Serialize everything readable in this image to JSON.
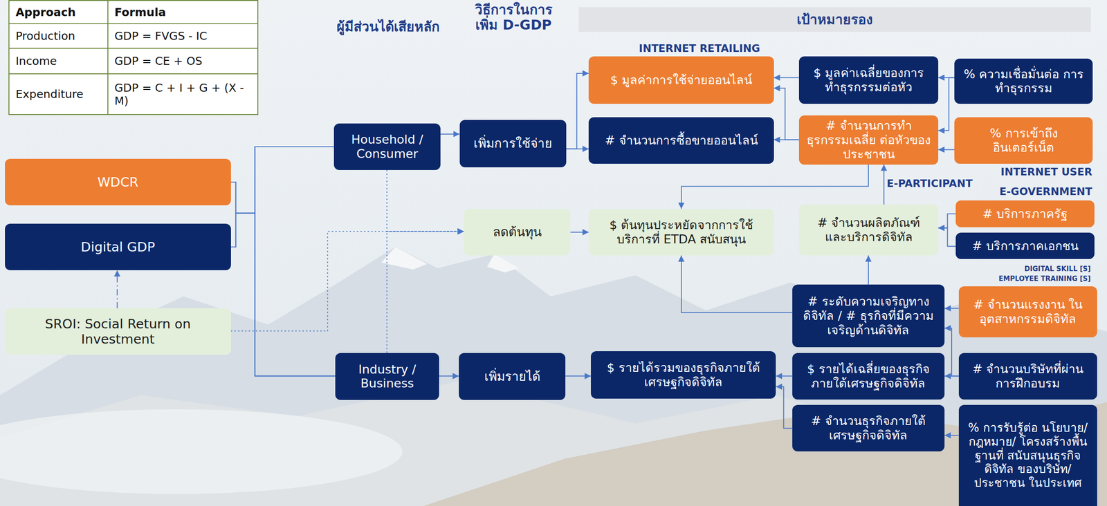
{
  "diagram": {
    "nodes": [
      {
        "text": [
          "เป้าหมายรอง"
        ]
      },
      {
        "text": [
          "WDCR"
        ]
      },
      {
        "text": [
          "Digital GDP"
        ]
      },
      {
        "text": [
          "SROI: Social Return on Investment"
        ]
      },
      {
        "text": [
          "Household / Consumer"
        ]
      },
      {
        "text": [
          "เพิ่มการใช้จ่าย"
        ]
      },
      {
        "text": [
          "ลดต้นทุน"
        ]
      },
      {
        "text": [
          "Industry / Business"
        ]
      },
      {
        "text": [
          "เพิ่มรายได้"
        ]
      },
      {
        "text": [
          "$ มูลค่าการใช้จ่ายออนไลน์"
        ]
      },
      {
        "text": [
          "# จำนวนการซื้อขายออนไลน์"
        ]
      },
      {
        "text": [
          "$ ต้นทุนประหยัดจากการใช้ บริการที่ ETDA สนับสนุน"
        ]
      },
      {
        "text": [
          "$ รายได้รวมของธุรกิจภายใต้ เศรษฐกิจดิจิทัล"
        ]
      },
      {
        "text": [
          "$ มูลค่าเฉลี่ยของการ ทำธุรกรรมต่อหัว"
        ]
      },
      {
        "text": [
          "# จำนวนการทำ ธุรกรรมเฉลี่ย ต่อหัวของประชาชน"
        ]
      },
      {
        "text": [
          "# จำนวนผลิตภัณฑ์ และบริการดิจิทัล"
        ]
      },
      {
        "text": [
          "# ระดับความเจริญทาง ดิจิทัล / # ธุรกิจที่มีความ เจริญด้านดิจิทัล"
        ]
      },
      {
        "text": [
          "$ รายได้เฉลี่ยของธุรกิจ ภายใต้เศรษฐกิจดิจิทัล"
        ]
      },
      {
        "text": [
          "# จำนวนธุรกิจภายใต้ เศรษฐกิจดิจิทัล"
        ]
      },
      {
        "text": [
          "% ความเชื่อมั่นต่อ การทำธุรกรรม"
        ]
      },
      {
        "text": [
          "% การเข้าถึง อินเตอร์เน็ต"
        ]
      },
      {
        "text": [
          "# บริการภาครัฐ"
        ]
      },
      {
        "text": [
          "# บริการภาคเอกชน"
        ]
      },
      {
        "text": [
          "# จำนวนแรงงาน ในอุตสาหกรรมดิจิทัล"
        ]
      },
      {
        "text": [
          "# จำนวนบริษัทที่ผ่าน การฝึกอบรม"
        ]
      },
      {
        "text": [
          "% การรับรู้ต่อ นโยบาย/กฎหมาย/ โครงสร้างพื้นฐานที่ สนับสนุนธุรกิจดิจิทัล ของบริษัท/ประชาชน ในประเทศ"
        ]
      }
    ],
    "edges": [
      {
        "from": 1,
        "to": 4,
        "arrow": "none"
      },
      {
        "from": 1,
        "to": 7,
        "arrow": "none"
      },
      {
        "from": 2,
        "to": 4,
        "arrow": "none"
      },
      {
        "from": 2,
        "to": 7,
        "arrow": "none"
      },
      {
        "from": 3,
        "to": 2,
        "arrow": "to"
      },
      {
        "from": 3,
        "to": 6,
        "arrow": "to"
      },
      {
        "from": 4,
        "to": 6,
        "arrow": "to"
      },
      {
        "from": 7,
        "to": 6,
        "arrow": "to"
      },
      {
        "from": 4,
        "to": 5,
        "arrow": "to"
      },
      {
        "from": 5,
        "to": 9,
        "arrow": "to"
      },
      {
        "from": 5,
        "to": 10,
        "arrow": "to"
      },
      {
        "from": 6,
        "to": 11,
        "arrow": "to"
      },
      {
        "from": 7,
        "to": 8,
        "arrow": "to"
      },
      {
        "from": 8,
        "to": 12,
        "arrow": "to"
      },
      {
        "from": 13,
        "to": 9,
        "arrow": "to"
      },
      {
        "from": 14,
        "to": 9,
        "arrow": "to"
      },
      {
        "from": 14,
        "to": 10,
        "arrow": "to"
      },
      {
        "from": 19,
        "to": 13,
        "arrow": "to"
      },
      {
        "from": 19,
        "to": 14,
        "arrow": "to"
      },
      {
        "from": 20,
        "to": 14,
        "arrow": "to"
      },
      {
        "from": 14,
        "to": 11,
        "arrow": "to"
      },
      {
        "from": 15,
        "to": 14,
        "arrow": "to"
      },
      {
        "from": 21,
        "to": 15,
        "arrow": "to"
      },
      {
        "from": 22,
        "to": 15,
        "arrow": "to"
      },
      {
        "from": 16,
        "to": 15,
        "arrow": "to"
      },
      {
        "from": 16,
        "to": 11,
        "arrow": "to"
      },
      {
        "from": 23,
        "to": 16,
        "arrow": "to"
      },
      {
        "from": 24,
        "to": 17,
        "arrow": "to"
      },
      {
        "from": 25,
        "to": 18,
        "arrow": "to"
      },
      {
        "from": 24,
        "to": 16,
        "arrow": "to"
      },
      {
        "from": 17,
        "to": 12,
        "arrow": "to"
      },
      {
        "from": 18,
        "to": 12,
        "arrow": "to"
      }
    ],
    "labels": [
      "Approach",
      "Formula",
      "Production",
      "GDP = FVGS - IC",
      "Income",
      "GDP = CE + OS",
      "Expenditure",
      "GDP = C + I + G + (X - M)",
      "ผู้มีส่วนได้เสียหลัก",
      "วิธีการในการ เพิ่ม D-GDP",
      "INTERNET RETAILING",
      "INTERNET USER",
      "E-PARTICIPANT",
      "E-GOVERNMENT",
      "DIGITAL SKILL [S]",
      "EMPLOYEE TRAINING [S]"
    ]
  }
}
